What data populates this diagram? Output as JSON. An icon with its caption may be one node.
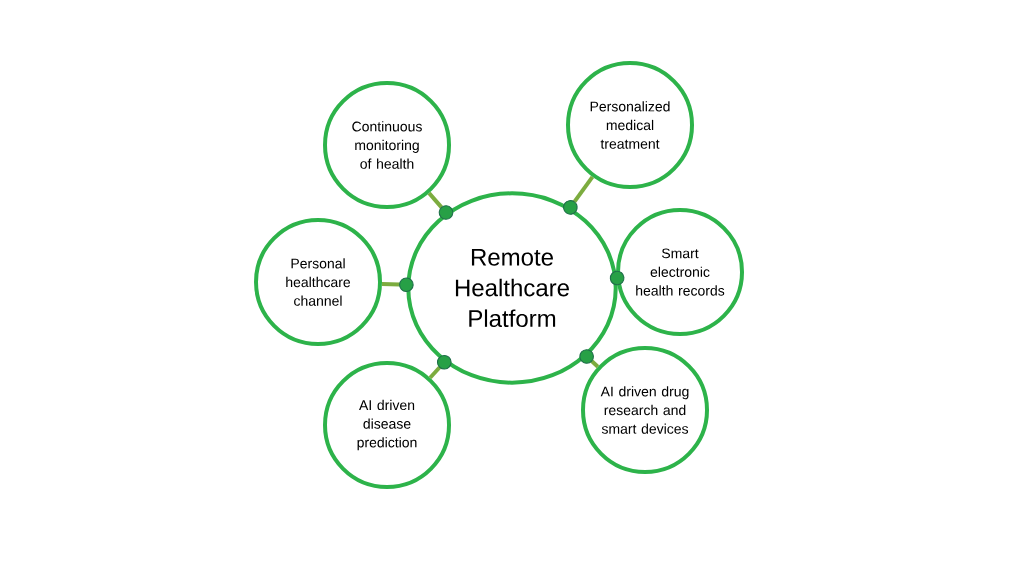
{
  "diagram": {
    "nodes": [
      {
        "text": [
          "Remote Healthcare Platform"
        ]
      },
      {
        "text": [
          "Continuous monitoring of health"
        ]
      },
      {
        "text": [
          "Personalized medical treatment"
        ]
      },
      {
        "text": [
          "Personal healthcare channel"
        ]
      },
      {
        "text": [
          "Smart electronic health records"
        ]
      },
      {
        "text": [
          "AI driven disease prediction"
        ]
      },
      {
        "text": [
          "AI driven drug research and smart devices"
        ]
      }
    ],
    "edges": [
      {
        "from": 0,
        "to": 1,
        "arrow": "other"
      },
      {
        "from": 0,
        "to": 2,
        "arrow": "other"
      },
      {
        "from": 0,
        "to": 3,
        "arrow": "other"
      },
      {
        "from": 0,
        "to": 4,
        "arrow": "other"
      },
      {
        "from": 0,
        "to": 5,
        "arrow": "other"
      },
      {
        "from": 0,
        "to": 6,
        "arrow": "other"
      }
    ]
  }
}
